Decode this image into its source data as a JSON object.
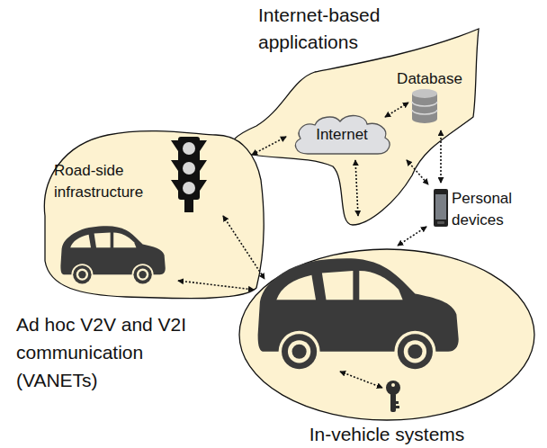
{
  "diagram": {
    "nodes": [
      {
        "text": [
          "Internet-based applications"
        ]
      },
      {
        "text": [
          "Internet"
        ],
        "in": 0
      },
      {
        "text": [
          "Database"
        ],
        "in": 0
      },
      {
        "text": [
          "Ad hoc V2V and V2I communication (VANETs)"
        ]
      },
      {
        "text": [
          "Road-side infrastructure"
        ],
        "in": 3
      },
      {
        "text": [
          "Personal devices"
        ]
      },
      {
        "text": [
          "In-vehicle systems"
        ]
      }
    ],
    "edges": [
      {
        "from": 1,
        "to": 2,
        "arrow": "both"
      },
      {
        "from": 1,
        "to": 3,
        "arrow": "both"
      },
      {
        "from": 1,
        "to": 6,
        "arrow": "both"
      },
      {
        "from": 1,
        "to": 5,
        "arrow": "both"
      },
      {
        "from": 2,
        "to": 5,
        "arrow": "both"
      },
      {
        "from": 5,
        "to": 6,
        "arrow": "both"
      },
      {
        "from": 4,
        "to": 6,
        "arrow": "both"
      },
      {
        "from": 3,
        "to": 6,
        "arrow": "both"
      }
    ]
  }
}
